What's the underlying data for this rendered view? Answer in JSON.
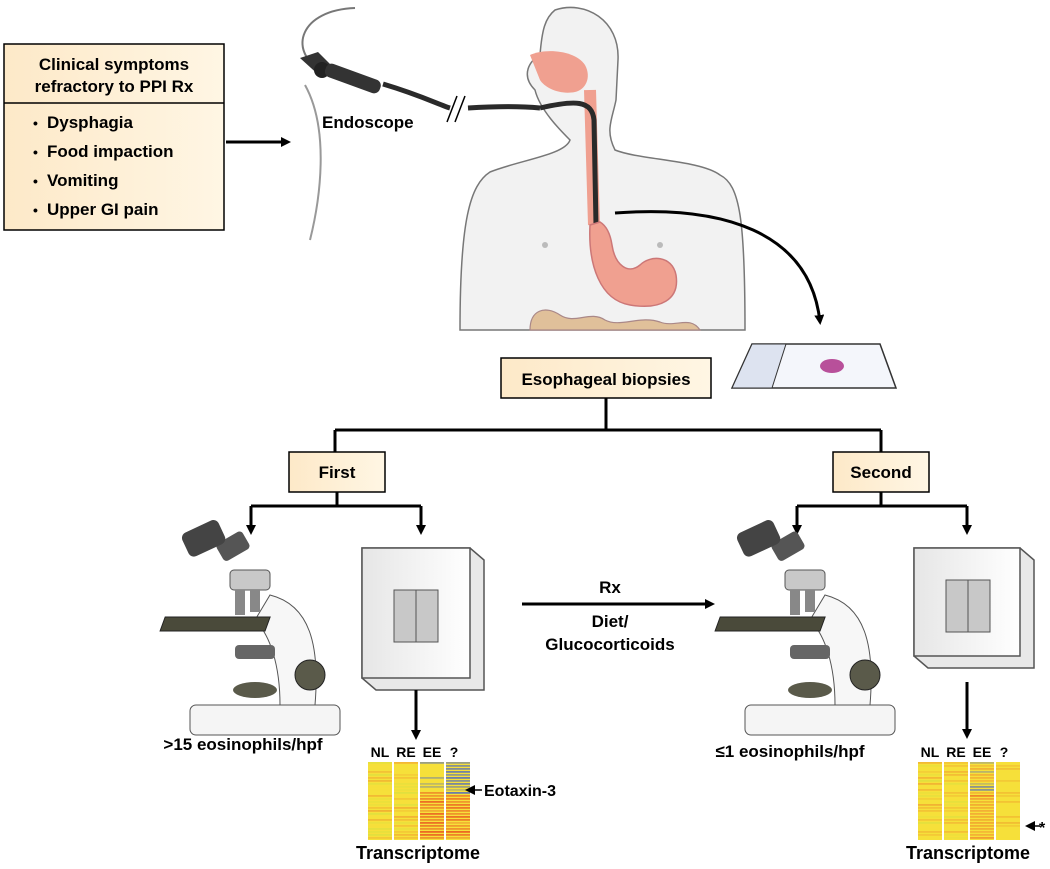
{
  "symptoms": {
    "title_line1": "Clinical symptoms",
    "title_line2": "refractory to PPI Rx",
    "items": [
      "Dysphagia",
      "Food impaction",
      "Vomiting",
      "Upper GI pain"
    ],
    "bullet": "•"
  },
  "endoscope_label": "Endoscope",
  "biopsies_label": "Esophageal biopsies",
  "first_label": "First",
  "second_label": "Second",
  "treatment": {
    "line1": "Rx",
    "line2": "Diet/",
    "line3": "Glucocorticoids"
  },
  "first_result": ">15 eosinophils/hpf",
  "second_result": "≤1 eosinophils/hpf",
  "heatmap_columns": [
    "NL",
    "RE",
    "EE",
    "?"
  ],
  "eotaxin_label": "Eotaxin-3",
  "asterisk_label": "*",
  "transcriptome_label": "Transcriptome",
  "colors": {
    "box_fill": "#fbe6c3",
    "skin": "#f1f1f1",
    "organ": "#f0a090",
    "heat_yellow": "#f6e03a",
    "heat_red": "#e8401c",
    "heat_blue": "#3c5cd0"
  }
}
